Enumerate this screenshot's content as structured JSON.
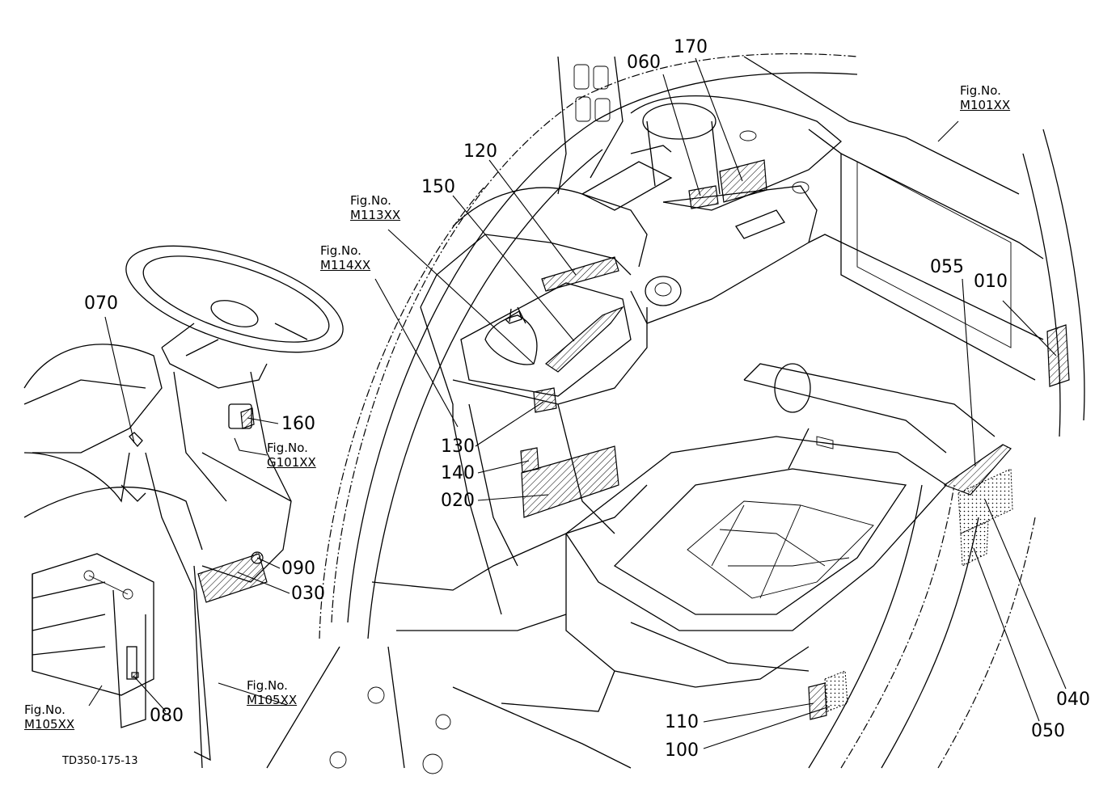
{
  "drawing_code": "TD350-175-13",
  "figure_refs": [
    {
      "id": "m101",
      "no": "Fig.No.",
      "code": "M101XX"
    },
    {
      "id": "m113",
      "no": "Fig.No.",
      "code": "M113XX"
    },
    {
      "id": "m114",
      "no": "Fig.No.",
      "code": "M114XX"
    },
    {
      "id": "g101",
      "no": "Fig.No.",
      "code": "G101XX"
    },
    {
      "id": "m105a",
      "no": "Fig.No.",
      "code": "M105XX"
    },
    {
      "id": "m105b",
      "no": "Fig.No.",
      "code": "M105XX"
    }
  ],
  "part_labels": {
    "p010": "010",
    "p020": "020",
    "p030": "030",
    "p040": "040",
    "p050": "050",
    "p055": "055",
    "p060": "060",
    "p070": "070",
    "p080": "080",
    "p090": "090",
    "p100": "100",
    "p110": "110",
    "p120": "120",
    "p130": "130",
    "p140": "140",
    "p150": "150",
    "p160": "160",
    "p170": "170"
  }
}
